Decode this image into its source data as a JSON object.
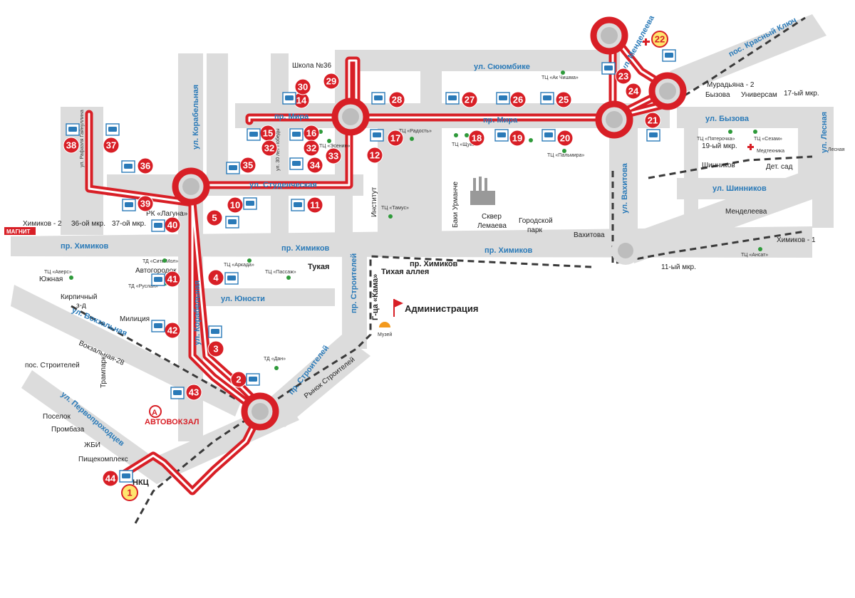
{
  "colors": {
    "route": "#d81f26",
    "road": "#dcdcdc",
    "bus_sign": "#2a7ab8",
    "street_label": "#2a7ab8",
    "shop_dot": "#2e9a3a"
  },
  "streets": [
    {
      "key": "mira",
      "text": "пр. Мира"
    },
    {
      "key": "mira2",
      "text": "пр. Мира"
    },
    {
      "key": "syuyumbike",
      "text": "ул. Сююмбике"
    },
    {
      "key": "studencheskaya",
      "text": "ул. Студенческая"
    },
    {
      "key": "khimikov1",
      "text": "пр. Химиков"
    },
    {
      "key": "khimikov2",
      "text": "пр. Химиков"
    },
    {
      "key": "khimikov3",
      "text": "пр. Химиков"
    },
    {
      "key": "khimikov4",
      "text": "пр. Химиков"
    },
    {
      "key": "yunosti",
      "text": "ул. Юности"
    },
    {
      "key": "vokzalnaya",
      "text": "ул. Вокзальная"
    },
    {
      "key": "korabelnaya1",
      "text": "ул. Корабельная"
    },
    {
      "key": "korabelnaya2",
      "text": "ул. Корабельная"
    },
    {
      "key": "stroiteley1",
      "text": "пр. Строителей"
    },
    {
      "key": "stroiteley2",
      "text": "пр. Строителей"
    },
    {
      "key": "byzova",
      "text": "ул. Бызова"
    },
    {
      "key": "shinnikov",
      "text": "ул. Шинников"
    },
    {
      "key": "vakhitova",
      "text": "ул. Вахитова"
    },
    {
      "key": "mendeleeva",
      "text": "ул. Менделеева"
    },
    {
      "key": "lesnaya",
      "text": "ул. Лесная"
    },
    {
      "key": "gainutdina",
      "text": "ул. Рафаэля Гайнуллина"
    },
    {
      "key": "pervoprokhodtsev",
      "text": "ул. Первопроходцев"
    },
    {
      "key": "krasny",
      "text": "пос. Красный Ключ"
    },
    {
      "key": "kama",
      "text": "Г-ца «Кама»"
    },
    {
      "key": "pobedy",
      "text": "ул. 30 лет Победы"
    }
  ],
  "places": [
    {
      "key": "shkola",
      "text": "Школа №36"
    },
    {
      "key": "institut",
      "text": "Институт"
    },
    {
      "key": "baki",
      "text": "Баки Урманче"
    },
    {
      "key": "skver",
      "text": "Сквер"
    },
    {
      "key": "lemaeva",
      "text": "Лемаева"
    },
    {
      "key": "gorod",
      "text": "Городской"
    },
    {
      "key": "park",
      "text": "парк"
    },
    {
      "key": "vakhitova_s",
      "text": "Вахитова"
    },
    {
      "key": "tikhaya",
      "text": "Тихая аллея"
    },
    {
      "key": "tukaya",
      "text": "Тукая"
    },
    {
      "key": "yuzhnaya",
      "text": "Южная"
    },
    {
      "key": "kirpich",
      "text": "Кирпичный"
    },
    {
      "key": "zd",
      "text": "з-д"
    },
    {
      "key": "militsiya",
      "text": "Милиция"
    },
    {
      "key": "vokzalnaya28",
      "text": "Вокзальная-28"
    },
    {
      "key": "pos_stroit",
      "text": "пос. Строителей"
    },
    {
      "key": "trampark",
      "text": "Трампарк"
    },
    {
      "key": "poselok",
      "text": "Поселок"
    },
    {
      "key": "prombaza",
      "text": "Промбаза"
    },
    {
      "key": "zhbi",
      "text": "ЖБИ"
    },
    {
      "key": "pishche",
      "text": "Пищекомплекс"
    },
    {
      "key": "nkts",
      "text": "НКЦ"
    },
    {
      "key": "avtovokzal",
      "text": "АВТОВОКЗАЛ"
    },
    {
      "key": "avtogorodok",
      "text": "Автогородок"
    },
    {
      "key": "rynok",
      "text": "Рынок"
    },
    {
      "key": "stroiteley_s",
      "text": "Строителей"
    },
    {
      "key": "khimikov2_s",
      "text": "Химиков - 2"
    },
    {
      "key": "mkr36",
      "text": "36-ой мкр."
    },
    {
      "key": "mkr37",
      "text": "37-ой мкр."
    },
    {
      "key": "laguna",
      "text": "РК «Лагуна»"
    },
    {
      "key": "magnit",
      "text": "МАГНИТ"
    },
    {
      "key": "muradyana",
      "text": "Мурадьяна - 2"
    },
    {
      "key": "byzova_s",
      "text": "Бызова"
    },
    {
      "key": "universam",
      "text": "Универсам"
    },
    {
      "key": "mkr17",
      "text": "17-ый мкр."
    },
    {
      "key": "mkr19",
      "text": "19-ый мкр."
    },
    {
      "key": "medtekhnika",
      "text": "Медтехника"
    },
    {
      "key": "shinnikov_s",
      "text": "Шинников"
    },
    {
      "key": "detsad",
      "text": "Дет. сад"
    },
    {
      "key": "mendeleeva_s",
      "text": "Менделеева"
    },
    {
      "key": "khimikov1_s",
      "text": "Химиков - 1"
    },
    {
      "key": "mkr11",
      "text": "11-ый мкр."
    },
    {
      "key": "lesnaya_s",
      "text": "Лесная"
    },
    {
      "key": "muzey",
      "text": "Музей"
    },
    {
      "key": "admin",
      "text": "Администрация"
    }
  ],
  "shops": [
    {
      "key": "ak_chishma",
      "text": "ТЦ «Ак Чишма»"
    },
    {
      "key": "palmira",
      "text": "ТЦ «Пальмира»"
    },
    {
      "key": "pyaterochka",
      "text": "ТЦ «Пятерочка»"
    },
    {
      "key": "sezam",
      "text": "ТЦ «Сезам»"
    },
    {
      "key": "ansat",
      "text": "ТЦ «Ансат»"
    },
    {
      "key": "arkada",
      "text": "ТЦ «Аркада»"
    },
    {
      "key": "passazh",
      "text": "ТЦ «Пассаж»"
    },
    {
      "key": "sity_mol",
      "text": "ТД «Сити Мол»"
    },
    {
      "key": "avers",
      "text": "ТЦ «Аверс»"
    },
    {
      "key": "ruslan",
      "text": "ТД «Руслан»"
    },
    {
      "key": "dan",
      "text": "ТД «Дан»"
    },
    {
      "key": "tamus",
      "text": "ТЦ «Тамус»"
    },
    {
      "key": "esenin",
      "text": "ТЦ «Эсенин»"
    },
    {
      "key": "radost",
      "text": "ТЦ «Радость»"
    },
    {
      "key": "shchuka",
      "text": "ТЦ «Щука»"
    }
  ],
  "stops": [
    {
      "n": "1"
    },
    {
      "n": "2"
    },
    {
      "n": "3"
    },
    {
      "n": "4"
    },
    {
      "n": "5"
    },
    {
      "n": "10"
    },
    {
      "n": "11"
    },
    {
      "n": "12"
    },
    {
      "n": "14"
    },
    {
      "n": "15"
    },
    {
      "n": "16"
    },
    {
      "n": "17"
    },
    {
      "n": "18"
    },
    {
      "n": "19"
    },
    {
      "n": "20"
    },
    {
      "n": "21"
    },
    {
      "n": "22"
    },
    {
      "n": "23"
    },
    {
      "n": "24"
    },
    {
      "n": "25"
    },
    {
      "n": "26"
    },
    {
      "n": "27"
    },
    {
      "n": "28"
    },
    {
      "n": "29"
    },
    {
      "n": "30"
    },
    {
      "n": "32"
    },
    {
      "n": "32"
    },
    {
      "n": "33"
    },
    {
      "n": "34"
    },
    {
      "n": "35"
    },
    {
      "n": "36"
    },
    {
      "n": "37"
    },
    {
      "n": "38"
    },
    {
      "n": "39"
    },
    {
      "n": "40"
    },
    {
      "n": "41"
    },
    {
      "n": "42"
    },
    {
      "n": "43"
    },
    {
      "n": "44"
    }
  ],
  "icons": [
    "bus-stop-icon",
    "tram-stop-icon",
    "flag-icon",
    "museum-icon",
    "hospital-cross-icon",
    "bus-station-icon",
    "factory-icon"
  ]
}
